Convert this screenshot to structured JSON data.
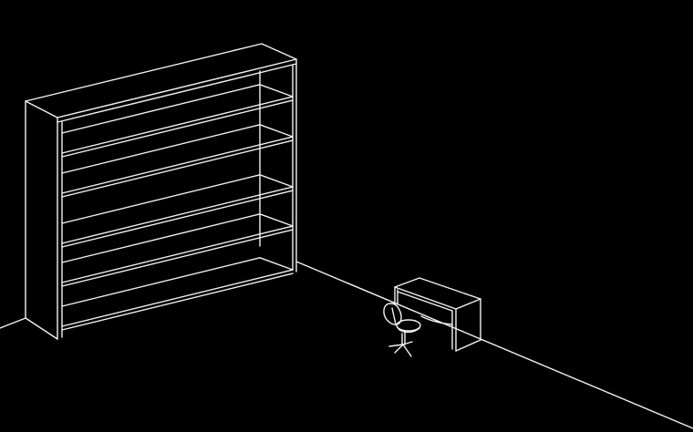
{
  "scene": {
    "background": "#000000",
    "line_color": "#f2f2f2",
    "objects": [
      "bookshelf",
      "desk",
      "office-chair",
      "floor-wall-line"
    ],
    "bookshelf": {
      "shelf_count": 5
    }
  }
}
